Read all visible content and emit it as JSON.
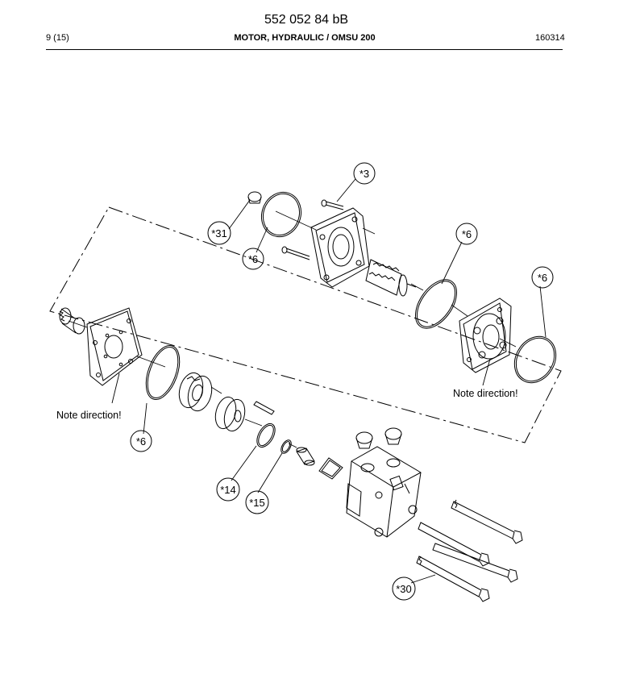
{
  "header": {
    "doc_number": "552 052 84 bB",
    "page": "9 (15)",
    "title": "MOTOR, HYDRAULIC / OMSU 200",
    "date": "160314"
  },
  "callouts": [
    {
      "id": "c3",
      "label": "*3"
    },
    {
      "id": "c31",
      "label": "*31"
    },
    {
      "id": "c6a",
      "label": "*6"
    },
    {
      "id": "c6b",
      "label": "*6"
    },
    {
      "id": "c6c",
      "label": "*6"
    },
    {
      "id": "c6d",
      "label": "*6"
    },
    {
      "id": "c14",
      "label": "*14"
    },
    {
      "id": "c15",
      "label": "*15"
    },
    {
      "id": "c30",
      "label": "*30"
    }
  ],
  "notes": {
    "left": "Note direction!",
    "right": "Note direction!"
  }
}
